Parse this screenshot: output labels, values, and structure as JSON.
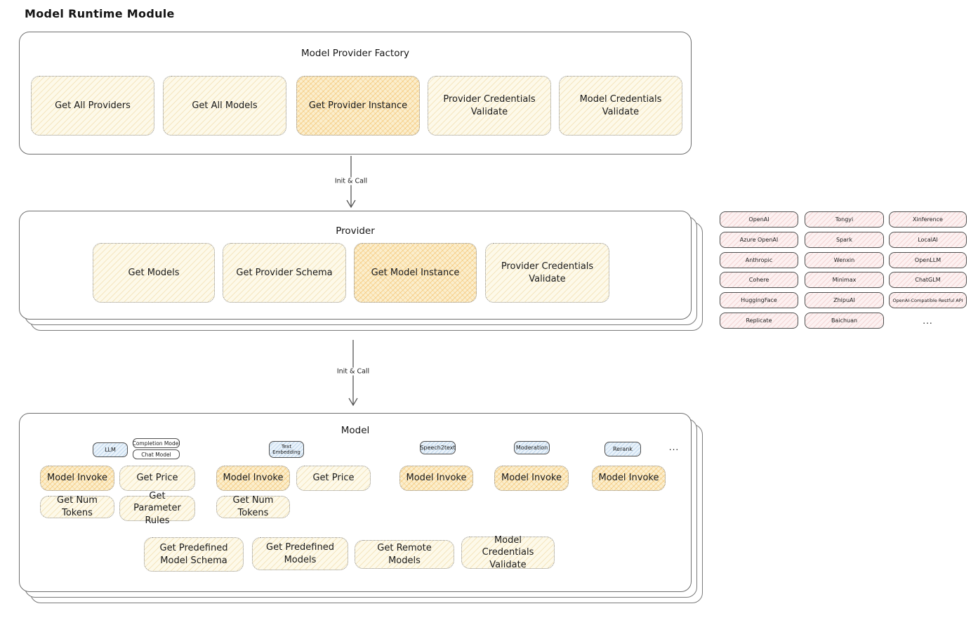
{
  "title": "Model Runtime Module",
  "factory": {
    "title": "Model Provider Factory",
    "boxes": [
      {
        "label": "Get All Providers",
        "variant": "light"
      },
      {
        "label": "Get All Models",
        "variant": "light"
      },
      {
        "label": "Get Provider Instance",
        "variant": "orange"
      },
      {
        "label": "Provider Credentials Validate",
        "variant": "light"
      },
      {
        "label": "Model Credentials Validate",
        "variant": "light"
      }
    ]
  },
  "arrow1": {
    "label": "Init & Call"
  },
  "arrow2": {
    "label": "Init & Call"
  },
  "provider": {
    "title": "Provider",
    "boxes": [
      {
        "label": "Get Models",
        "variant": "light"
      },
      {
        "label": "Get Provider Schema",
        "variant": "light"
      },
      {
        "label": "Get Model Instance",
        "variant": "orange"
      },
      {
        "label": "Provider Credentials Validate",
        "variant": "light"
      }
    ]
  },
  "providers": {
    "items": [
      "OpenAI",
      "Tongyi",
      "Xinference",
      "Azure OpenAI",
      "Spark",
      "LocalAI",
      "Anthropic",
      "Wenxin",
      "OpenLLM",
      "Cohere",
      "Minimax",
      "ChatGLM",
      "HuggingFace",
      "ZhipuAI",
      "OpenAI-Compatible Restful API",
      "Replicate",
      "Baichuan"
    ],
    "more": "..."
  },
  "model": {
    "title": "Model",
    "tabs": {
      "llm": "LLM",
      "completion": "Completion Model",
      "chat": "Chat Model",
      "text_embedding": "Text Embedding",
      "speech2text": "Speech2text",
      "moderation": "Moderation",
      "rerank": "Rerank",
      "more": "..."
    },
    "ops": {
      "model_invoke": "Model Invoke",
      "get_price": "Get Price",
      "get_num_tokens": "Get Num Tokens",
      "get_parameter_rules": "Get Parameter Rules"
    },
    "bottom": [
      {
        "label": "Get Predefined Model Schema"
      },
      {
        "label": "Get Predefined Models"
      },
      {
        "label": "Get Remote Models"
      },
      {
        "label": "Model Credentials Validate"
      }
    ]
  },
  "colors": {
    "highlight_orange": "#f3c268",
    "light_yellow": "#fdf9e9",
    "provider_pink": "#fcf1f1",
    "tab_blue": "#e9f2fa"
  }
}
